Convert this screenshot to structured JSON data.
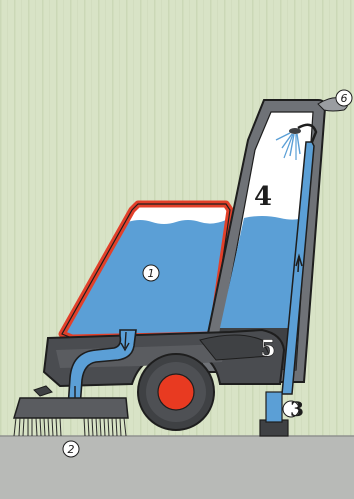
{
  "callouts": {
    "c1": "1",
    "c2": "2",
    "c3": "3",
    "c4": "4",
    "c5": "5",
    "c6": "6"
  },
  "colors": {
    "background": "#d8e3c6",
    "background_stripe": "#ccd9b8",
    "floor": "#b8bab7",
    "water": "#5b9fd6",
    "water_light": "#7fb6e3",
    "tank_frame": "#e2402a",
    "body_dark": "#3f4144",
    "body_mid": "#5a5c60",
    "wheel_red": "#e83a21",
    "frame_grey": "#6f7277"
  },
  "icons": [
    "shower-head-icon",
    "arrow-up-icon",
    "arrow-down-icon",
    "bristle-brush-icon",
    "wheel-icon"
  ]
}
